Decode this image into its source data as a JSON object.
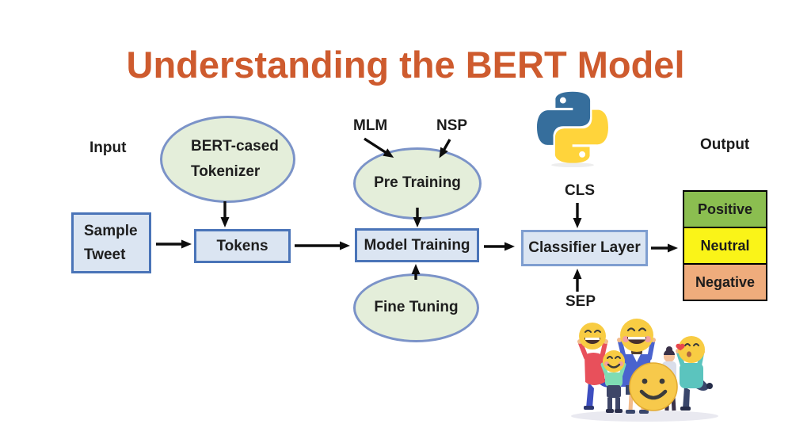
{
  "title": "Understanding the BERT Model",
  "colors": {
    "title": "#ce5b2e",
    "node_fill": "#dbe5f2",
    "node_border": "#4a74b8",
    "ellipse_fill": "#e4eeda",
    "ellipse_border": "#7b93c8",
    "positive": "#8bbe50",
    "neutral": "#faf418",
    "negative": "#efac7c",
    "arrow": "#0d0d0d",
    "python_blue": "#366e9c",
    "python_yellow": "#ffd43b"
  },
  "labels": {
    "input": "Input",
    "output": "Output",
    "mlm": "MLM",
    "nsp": "NSP",
    "cls": "CLS",
    "sep": "SEP"
  },
  "nodes": {
    "tokenizer": {
      "line1": "BERT-cased",
      "line2": "Tokenizer"
    },
    "pre_training": "Pre Training",
    "fine_tuning": "Fine Tuning",
    "sample_tweet": {
      "line1": "Sample",
      "line2": "Tweet"
    },
    "tokens": "Tokens",
    "model_training": "Model Training",
    "classifier_layer": "Classifier Layer"
  },
  "outputs": [
    {
      "label": "Positive",
      "color": "#8bbe50"
    },
    {
      "label": "Neutral",
      "color": "#faf418"
    },
    {
      "label": "Negative",
      "color": "#efac7c"
    }
  ],
  "icons": {
    "python_logo": "python-logo",
    "people_illustration": "people-holding-emojis"
  }
}
